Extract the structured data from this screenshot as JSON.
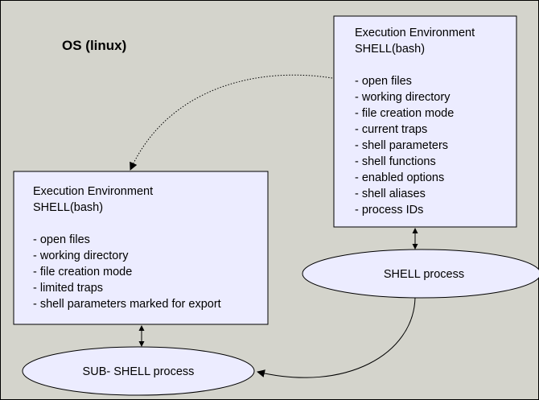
{
  "colors": {
    "background": "#d4d4cc",
    "border": "#000000",
    "box_fill": "#ececff"
  },
  "os_label": "OS (linux)",
  "parent_env": {
    "title_line1": "Execution Environment",
    "title_line2": "SHELL(bash)",
    "items": [
      "-  open files",
      "-  working directory",
      "-  file creation mode",
      "-  current traps",
      "-  shell parameters",
      "-  shell functions",
      "-  enabled options",
      "-  shell aliases",
      "-  process IDs"
    ]
  },
  "sub_env": {
    "title_line1": "Execution Environment",
    "title_line2": "SHELL(bash)",
    "items": [
      "-  open files",
      "-  working directory",
      "-  file creation mode",
      "-  limited  traps",
      "-  shell parameters marked for export"
    ]
  },
  "shell_process": "SHELL process",
  "subshell_process": "SUB- SHELL process"
}
